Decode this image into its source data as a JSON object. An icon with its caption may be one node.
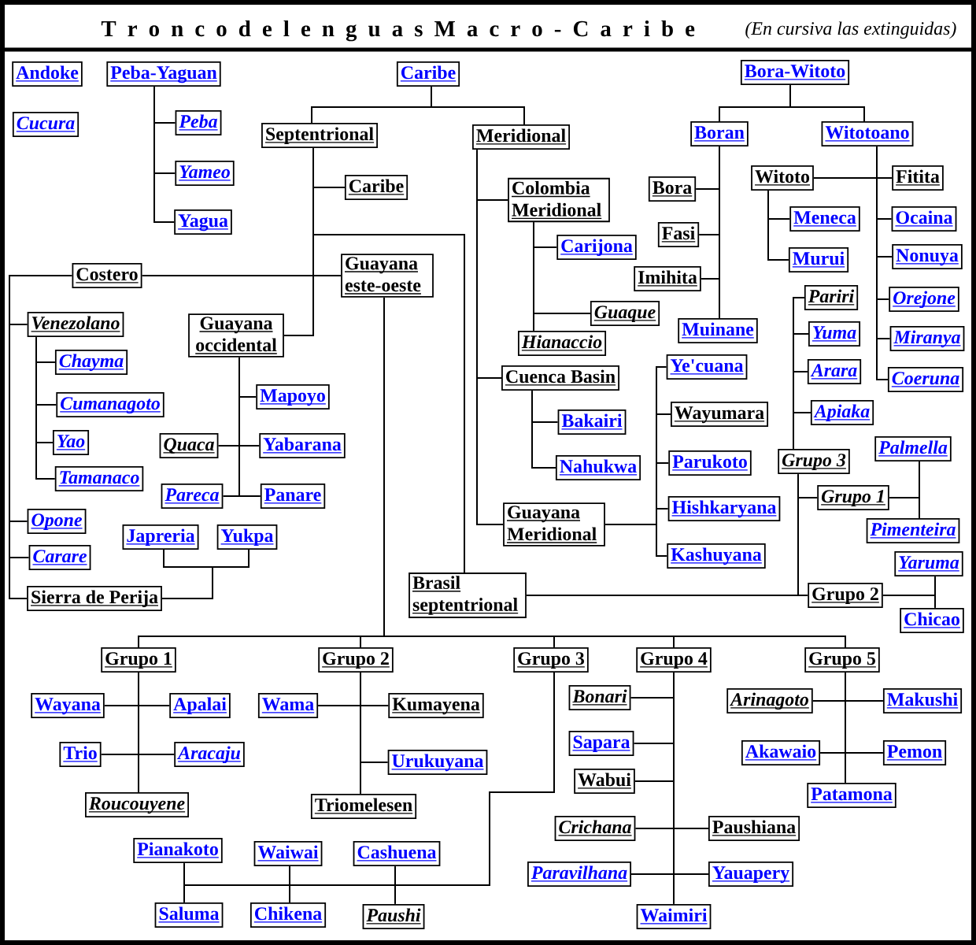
{
  "diagram": {
    "title": "T r o n c o d e l e n g u a s M a c r o - C a r i b e",
    "nodes": [
      {
        "text": [
          "Andoke"
        ]
      },
      {
        "text": [
          "Peba-Yaguan"
        ]
      },
      {
        "text": [
          "Caribe"
        ]
      },
      {
        "text": [
          "Bora-Witoto"
        ]
      },
      {
        "text": [
          "Cucura"
        ]
      },
      {
        "text": [
          "Peba"
        ]
      },
      {
        "text": [
          "Septentrional"
        ]
      },
      {
        "text": [
          "Meridional"
        ]
      },
      {
        "text": [
          "Boran"
        ]
      },
      {
        "text": [
          "Witotoano"
        ]
      },
      {
        "text": [
          "Yameo"
        ]
      },
      {
        "text": [
          "Caribe"
        ]
      },
      {
        "text": [
          "Bora"
        ]
      },
      {
        "text": [
          "Witoto"
        ]
      },
      {
        "text": [
          "Fitita"
        ]
      },
      {
        "text": [
          "Colombia Meridional"
        ]
      },
      {
        "text": [
          "Yagua"
        ]
      },
      {
        "text": [
          "Fasi"
        ]
      },
      {
        "text": [
          "Meneca"
        ]
      },
      {
        "text": [
          "Ocaina"
        ]
      },
      {
        "text": [
          "Carijona"
        ]
      },
      {
        "text": [
          "Murui"
        ]
      },
      {
        "text": [
          "Nonuya"
        ]
      },
      {
        "text": [
          "Costero"
        ]
      },
      {
        "text": [
          "Guayana este-oeste"
        ]
      },
      {
        "text": [
          "Imihita"
        ]
      },
      {
        "text": [
          "Pariri"
        ]
      },
      {
        "text": [
          "Orejone"
        ]
      },
      {
        "text": [
          "Guaque"
        ]
      },
      {
        "text": [
          "Venezolano"
        ]
      },
      {
        "text": [
          "Guayana occidental"
        ]
      },
      {
        "text": [
          "Muinane"
        ]
      },
      {
        "text": [
          "Yuma"
        ]
      },
      {
        "text": [
          "Miranya"
        ]
      },
      {
        "text": [
          "Hianaccio"
        ]
      },
      {
        "text": [
          "Chayma"
        ]
      },
      {
        "text": [
          "Ye'cuana"
        ]
      },
      {
        "text": [
          "Arara"
        ]
      },
      {
        "text": [
          "Coeruna"
        ]
      },
      {
        "text": [
          "Cuenca Basin"
        ]
      },
      {
        "text": [
          "Mapoyo"
        ]
      },
      {
        "text": [
          "Cumanagoto"
        ]
      },
      {
        "text": [
          "Wayumara"
        ]
      },
      {
        "text": [
          "Apiaka"
        ]
      },
      {
        "text": [
          "Bakairi"
        ]
      },
      {
        "text": [
          "Yao"
        ]
      },
      {
        "text": [
          "Quaca"
        ]
      },
      {
        "text": [
          "Yabarana"
        ]
      },
      {
        "text": [
          "Palmella"
        ]
      },
      {
        "text": [
          "Grupo 3"
        ]
      },
      {
        "text": [
          "Parukoto"
        ]
      },
      {
        "text": [
          "Nahukwa"
        ]
      },
      {
        "text": [
          "Tamanaco"
        ]
      },
      {
        "text": [
          "Pareca"
        ]
      },
      {
        "text": [
          "Panare"
        ]
      },
      {
        "text": [
          "Grupo 1"
        ]
      },
      {
        "text": [
          "Hishkaryana"
        ]
      },
      {
        "text": [
          "Opone"
        ]
      },
      {
        "text": [
          "Guayana Meridional"
        ]
      },
      {
        "text": [
          "Pimenteira"
        ]
      },
      {
        "text": [
          "Japreria"
        ]
      },
      {
        "text": [
          "Yukpa"
        ]
      },
      {
        "text": [
          "Kashuyana"
        ]
      },
      {
        "text": [
          "Carare"
        ]
      },
      {
        "text": [
          "Yaruma"
        ]
      },
      {
        "text": [
          "Brasil septentrional"
        ]
      },
      {
        "text": [
          "Grupo 2"
        ]
      },
      {
        "text": [
          "Sierra de Perija"
        ]
      },
      {
        "text": [
          "Chicao"
        ]
      },
      {
        "text": [
          "Grupo 1"
        ]
      },
      {
        "text": [
          "Grupo 2"
        ]
      },
      {
        "text": [
          "Grupo 3"
        ]
      },
      {
        "text": [
          "Grupo 4"
        ]
      },
      {
        "text": [
          "Grupo 5"
        ]
      },
      {
        "text": [
          "Bonari"
        ]
      },
      {
        "text": [
          "Arinagoto"
        ]
      },
      {
        "text": [
          "Makushi"
        ]
      },
      {
        "text": [
          "Wayana"
        ]
      },
      {
        "text": [
          "Apalai"
        ]
      },
      {
        "text": [
          "Wama"
        ]
      },
      {
        "text": [
          "Kumayena"
        ]
      },
      {
        "text": [
          "Sapara"
        ]
      },
      {
        "text": [
          "Akawaio"
        ]
      },
      {
        "text": [
          "Pemon"
        ]
      },
      {
        "text": [
          "Trio"
        ]
      },
      {
        "text": [
          "Aracaju"
        ]
      },
      {
        "text": [
          "Urukuyana"
        ]
      },
      {
        "text": [
          "Wabui"
        ]
      },
      {
        "text": [
          "Patamona"
        ]
      },
      {
        "text": [
          "Roucouyene"
        ]
      },
      {
        "text": [
          "Triomelesen"
        ]
      },
      {
        "text": [
          "Crichana"
        ]
      },
      {
        "text": [
          "Paushiana"
        ]
      },
      {
        "text": [
          "Pianakoto"
        ]
      },
      {
        "text": [
          "Waiwai"
        ]
      },
      {
        "text": [
          "Cashuena"
        ]
      },
      {
        "text": [
          "Paravilhana"
        ]
      },
      {
        "text": [
          "Yauapery"
        ]
      },
      {
        "text": [
          "Saluma"
        ]
      },
      {
        "text": [
          "Chikena"
        ]
      },
      {
        "text": [
          "Paushi"
        ]
      },
      {
        "text": [
          "Waimiri"
        ]
      }
    ],
    "edges": [
      {
        "from": 2,
        "to": 6,
        "arrow": "none"
      },
      {
        "from": 2,
        "to": 7,
        "arrow": "none"
      },
      {
        "from": 3,
        "to": 8,
        "arrow": "none"
      },
      {
        "from": 3,
        "to": 9,
        "arrow": "none"
      },
      {
        "from": 1,
        "to": 5,
        "arrow": "none"
      },
      {
        "from": 1,
        "to": 10,
        "arrow": "none"
      },
      {
        "from": 1,
        "to": 16,
        "arrow": "none"
      },
      {
        "from": 6,
        "to": 11,
        "arrow": "none"
      },
      {
        "from": 6,
        "to": 65,
        "arrow": "none"
      },
      {
        "from": 6,
        "to": 23,
        "arrow": "none"
      },
      {
        "from": 6,
        "to": 24,
        "arrow": "none"
      },
      {
        "from": 6,
        "to": 30,
        "arrow": "none"
      },
      {
        "from": 7,
        "to": 15,
        "arrow": "none"
      },
      {
        "from": 7,
        "to": 39,
        "arrow": "none"
      },
      {
        "from": 7,
        "to": 58,
        "arrow": "none"
      },
      {
        "from": 8,
        "to": 12,
        "arrow": "none"
      },
      {
        "from": 8,
        "to": 17,
        "arrow": "none"
      },
      {
        "from": 8,
        "to": 25,
        "arrow": "none"
      },
      {
        "from": 8,
        "to": 31,
        "arrow": "none"
      },
      {
        "from": 9,
        "to": 13,
        "arrow": "none"
      },
      {
        "from": 9,
        "to": 14,
        "arrow": "none"
      },
      {
        "from": 9,
        "to": 19,
        "arrow": "none"
      },
      {
        "from": 9,
        "to": 22,
        "arrow": "none"
      },
      {
        "from": 9,
        "to": 27,
        "arrow": "none"
      },
      {
        "from": 9,
        "to": 33,
        "arrow": "none"
      },
      {
        "from": 9,
        "to": 38,
        "arrow": "none"
      },
      {
        "from": 13,
        "to": 18,
        "arrow": "none"
      },
      {
        "from": 13,
        "to": 21,
        "arrow": "none"
      },
      {
        "from": 15,
        "to": 20,
        "arrow": "none"
      },
      {
        "from": 15,
        "to": 28,
        "arrow": "none"
      },
      {
        "from": 15,
        "to": 34,
        "arrow": "none"
      },
      {
        "from": 39,
        "to": 44,
        "arrow": "none"
      },
      {
        "from": 39,
        "to": 51,
        "arrow": "none"
      },
      {
        "from": 58,
        "to": 36,
        "arrow": "none"
      },
      {
        "from": 58,
        "to": 42,
        "arrow": "none"
      },
      {
        "from": 58,
        "to": 50,
        "arrow": "none"
      },
      {
        "from": 58,
        "to": 56,
        "arrow": "none"
      },
      {
        "from": 58,
        "to": 62,
        "arrow": "none"
      },
      {
        "from": 23,
        "to": 29,
        "arrow": "none"
      },
      {
        "from": 23,
        "to": 57,
        "arrow": "none"
      },
      {
        "from": 23,
        "to": 63,
        "arrow": "none"
      },
      {
        "from": 23,
        "to": 67,
        "arrow": "none"
      },
      {
        "from": 29,
        "to": 35,
        "arrow": "none"
      },
      {
        "from": 29,
        "to": 41,
        "arrow": "none"
      },
      {
        "from": 29,
        "to": 45,
        "arrow": "none"
      },
      {
        "from": 29,
        "to": 52,
        "arrow": "none"
      },
      {
        "from": 67,
        "to": 60,
        "arrow": "none"
      },
      {
        "from": 67,
        "to": 61,
        "arrow": "none"
      },
      {
        "from": 30,
        "to": 40,
        "arrow": "none"
      },
      {
        "from": 30,
        "to": 46,
        "arrow": "none"
      },
      {
        "from": 30,
        "to": 47,
        "arrow": "none"
      },
      {
        "from": 30,
        "to": 53,
        "arrow": "none"
      },
      {
        "from": 30,
        "to": 54,
        "arrow": "none"
      },
      {
        "from": 24,
        "to": 69,
        "arrow": "none"
      },
      {
        "from": 24,
        "to": 70,
        "arrow": "none"
      },
      {
        "from": 24,
        "to": 71,
        "arrow": "none"
      },
      {
        "from": 24,
        "to": 72,
        "arrow": "none"
      },
      {
        "from": 24,
        "to": 73,
        "arrow": "none"
      },
      {
        "from": 65,
        "to": 49,
        "arrow": "none"
      },
      {
        "from": 65,
        "to": 55,
        "arrow": "none"
      },
      {
        "from": 65,
        "to": 66,
        "arrow": "none"
      },
      {
        "from": 49,
        "to": 26,
        "arrow": "none"
      },
      {
        "from": 49,
        "to": 32,
        "arrow": "none"
      },
      {
        "from": 49,
        "to": 37,
        "arrow": "none"
      },
      {
        "from": 49,
        "to": 43,
        "arrow": "none"
      },
      {
        "from": 55,
        "to": 48,
        "arrow": "none"
      },
      {
        "from": 55,
        "to": 59,
        "arrow": "none"
      },
      {
        "from": 66,
        "to": 64,
        "arrow": "none"
      },
      {
        "from": 66,
        "to": 68,
        "arrow": "none"
      },
      {
        "from": 69,
        "to": 77,
        "arrow": "none"
      },
      {
        "from": 69,
        "to": 78,
        "arrow": "none"
      },
      {
        "from": 69,
        "to": 84,
        "arrow": "none"
      },
      {
        "from": 69,
        "to": 85,
        "arrow": "none"
      },
      {
        "from": 69,
        "to": 89,
        "arrow": "none"
      },
      {
        "from": 70,
        "to": 79,
        "arrow": "none"
      },
      {
        "from": 70,
        "to": 80,
        "arrow": "none"
      },
      {
        "from": 70,
        "to": 86,
        "arrow": "none"
      },
      {
        "from": 70,
        "to": 90,
        "arrow": "none"
      },
      {
        "from": 71,
        "to": 93,
        "arrow": "none"
      },
      {
        "from": 71,
        "to": 98,
        "arrow": "none"
      },
      {
        "from": 71,
        "to": 94,
        "arrow": "none"
      },
      {
        "from": 71,
        "to": 99,
        "arrow": "none"
      },
      {
        "from": 71,
        "to": 95,
        "arrow": "none"
      },
      {
        "from": 71,
        "to": 100,
        "arrow": "none"
      },
      {
        "from": 72,
        "to": 74,
        "arrow": "none"
      },
      {
        "from": 72,
        "to": 81,
        "arrow": "none"
      },
      {
        "from": 72,
        "to": 87,
        "arrow": "none"
      },
      {
        "from": 72,
        "to": 91,
        "arrow": "none"
      },
      {
        "from": 72,
        "to": 92,
        "arrow": "none"
      },
      {
        "from": 72,
        "to": 96,
        "arrow": "none"
      },
      {
        "from": 72,
        "to": 97,
        "arrow": "none"
      },
      {
        "from": 72,
        "to": 101,
        "arrow": "none"
      },
      {
        "from": 73,
        "to": 75,
        "arrow": "none"
      },
      {
        "from": 73,
        "to": 76,
        "arrow": "none"
      },
      {
        "from": 73,
        "to": 82,
        "arrow": "none"
      },
      {
        "from": 73,
        "to": 83,
        "arrow": "none"
      },
      {
        "from": 73,
        "to": 88,
        "arrow": "none"
      }
    ],
    "labels": [
      "(En cursiva las extinguidas)"
    ]
  }
}
